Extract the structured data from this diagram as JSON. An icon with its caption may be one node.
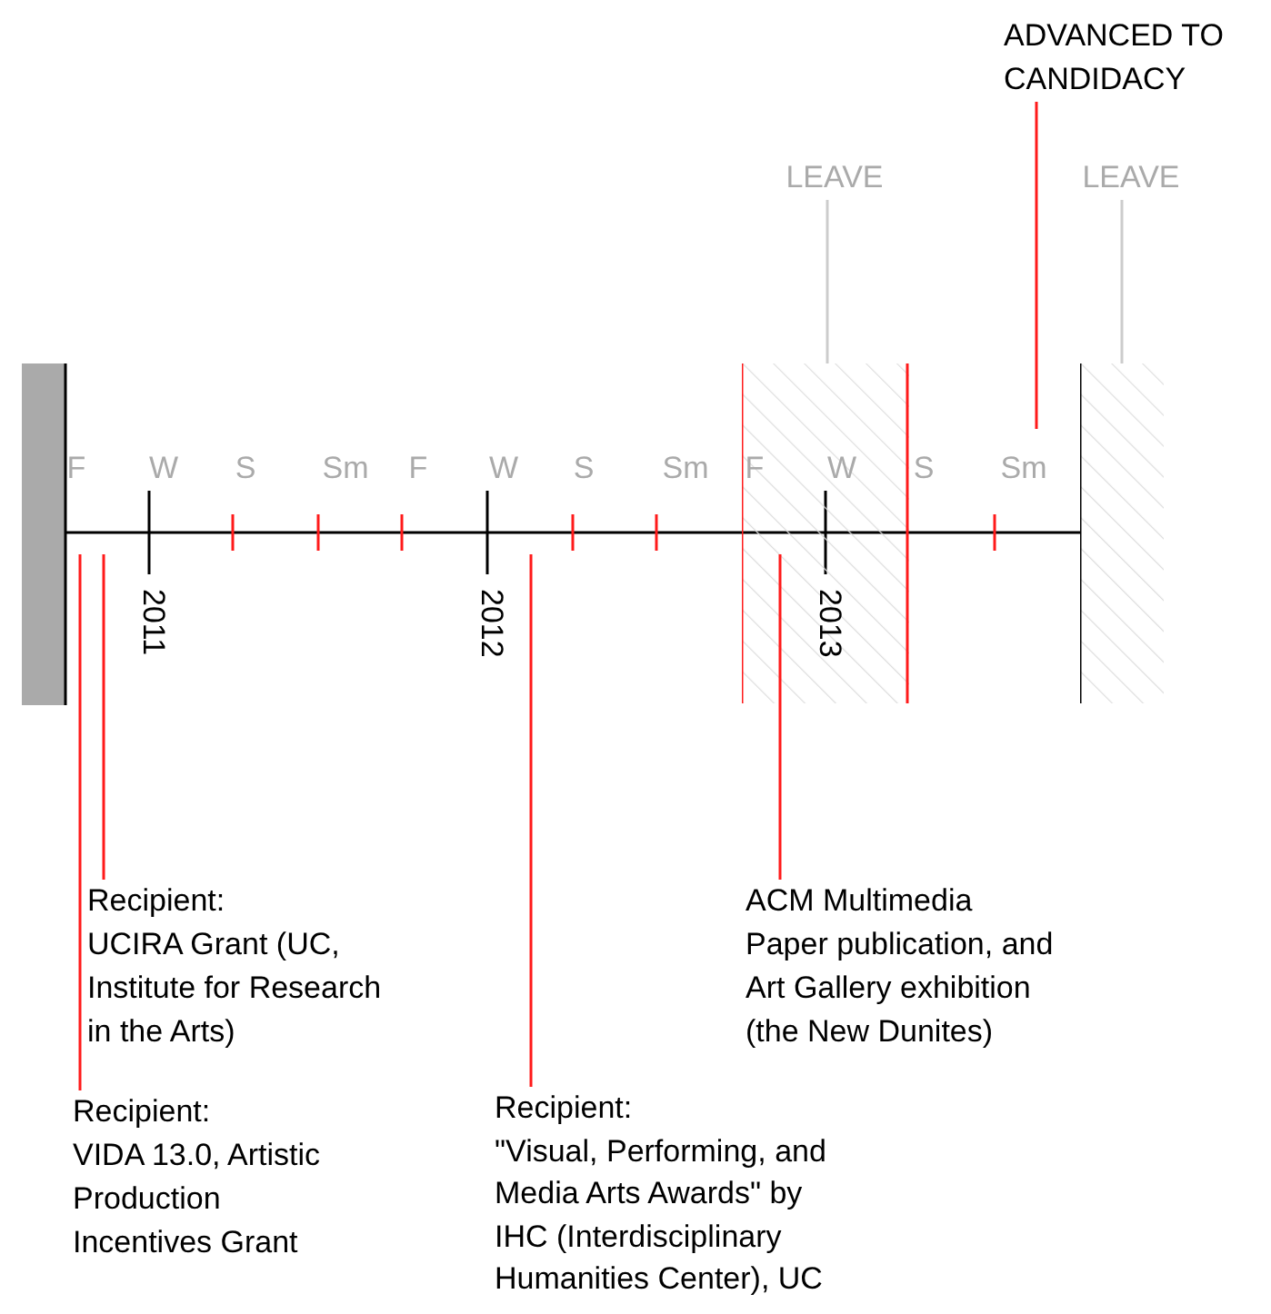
{
  "diagram": {
    "nodes": [
      {
        "text": [
          "ADVANCED TO CANDIDACY"
        ]
      },
      {
        "text": [
          "LEAVE"
        ]
      },
      {
        "text": [
          "LEAVE"
        ]
      },
      {
        "text": [],
        "shape": "box"
      },
      {
        "text": [],
        "shape": "box"
      },
      {
        "text": [
          "Recipient:",
          "UCIRA Grant (UC, Institute for Research in the Arts)"
        ]
      },
      {
        "text": [
          "ACM Multimedia Paper publication, and Art Gallery exhibition (the New Dunites)"
        ]
      },
      {
        "text": [
          "Recipient:",
          "VIDA 13.0, Artistic Production Incentives Grant"
        ]
      },
      {
        "text": [
          "Recipient:",
          "\"Visual, Performing, and Media Arts Awards\" by IHC (Interdisciplinary Humanities Center), UC"
        ]
      }
    ],
    "edges": [
      {
        "from": 0,
        "to": null,
        "arrow": "none"
      },
      {
        "from": 1,
        "to": 3,
        "arrow": "none",
        "color": "#cccccc"
      },
      {
        "from": 2,
        "to": 4,
        "arrow": "none",
        "color": "#cccccc"
      },
      {
        "from": 5,
        "to": null,
        "arrow": "none"
      },
      {
        "from": 6,
        "to": 3,
        "arrow": "none"
      },
      {
        "from": 7,
        "to": null,
        "arrow": "none"
      },
      {
        "from": 8,
        "to": null,
        "arrow": "none"
      }
    ],
    "labels": [
      "F",
      "W",
      "S",
      "Sm",
      "F",
      "W",
      "S",
      "Sm",
      "F",
      "W",
      "S",
      "Sm",
      "2011",
      "2012",
      "2013"
    ]
  }
}
